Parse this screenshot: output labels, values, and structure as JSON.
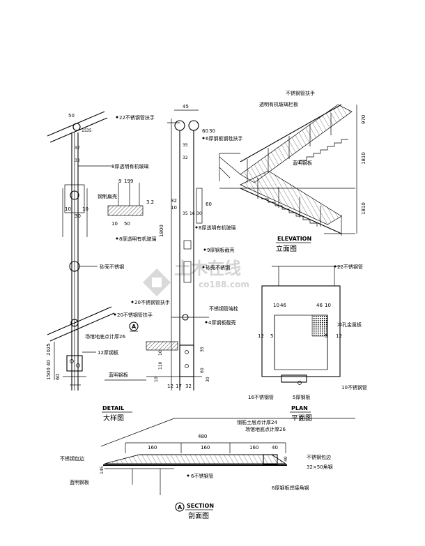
{
  "watermark": {
    "main": "土木在线",
    "sub": "co188.com"
  },
  "detail": {
    "title_en": "DETAIL",
    "title_cn": "大样图",
    "labels": {
      "handrail": "22不锈钢管扶手",
      "glass_top": "8厚透明有机玻璃",
      "steel_flat": "钢制扁壳",
      "glass_mid": "8厚透明有机玻璃",
      "sanding": "砂壳不锈钢",
      "pipe_handrail": "20不锈钢管扶手",
      "steel_plate": "12厚钢板",
      "finish": "场馆地底点计厚26",
      "embed": "蓝明钢板"
    },
    "dims": {
      "d50a": "50",
      "d15": "15",
      "d35": "35",
      "d37": "37",
      "d33": "33",
      "d10a": "10",
      "d30": "30",
      "d10b": "10",
      "d91": "9",
      "d199": "199",
      "d32a": "3.2",
      "d10c": "10",
      "d50b": "50",
      "d1800": "1800",
      "d1500": "1500",
      "d2025": "2025",
      "d40": "40",
      "d60": "60"
    }
  },
  "section_mid": {
    "labels": {
      "bracket": "6厚钢板钢牲扶手",
      "glass_a": "8厚透明有机玻璃",
      "plate9": "9厚钢板截壳",
      "sanding": "砂壳不锈钢",
      "pipe20": "20不锈钢管扶手",
      "tube_bracket": "不锈钢管端栓",
      "plate4": "4厚钢板截壳"
    },
    "dims": {
      "d45": "45",
      "d60": "60",
      "d30": "30",
      "d35": "35",
      "d32": "32",
      "d32b": "32",
      "d10": "10",
      "d60b": "60",
      "d1800": "1800",
      "d35b": "35",
      "d16": "16",
      "d30b": "30",
      "d12": "12",
      "d17": "17",
      "d32c": "32",
      "d35c": "35",
      "d60c": "60",
      "d110": "110",
      "d10b": "10",
      "d10c": "10",
      "d30c": "30"
    },
    "marker": "A"
  },
  "elevation": {
    "title_en": "ELEVATION",
    "title_cn": "立面图",
    "labels": {
      "handrail": "不锈钢管扶手",
      "glass": "透明有机玻璃栏板",
      "plate": "蓝明钢板"
    },
    "dims": {
      "d970": "970",
      "d1810a": "1810",
      "d1810b": "1810"
    }
  },
  "plan": {
    "title_en": "PLAN",
    "title_cn": "平面图",
    "labels": {
      "top_pipe": "22不锈钢管",
      "plate": "冲孔金属板",
      "pipe10": "10不锈钢管",
      "pipe16": "16不锈钢管",
      "plate5": "5厚钢板"
    },
    "dims": {
      "d10": "10",
      "d46a": "46",
      "d46b": "46",
      "d10b": "10",
      "d12a": "12",
      "d5a": "5",
      "d5b": "5",
      "d12b": "12"
    }
  },
  "section": {
    "title_en": "SECTION",
    "title_cn": "剖面图",
    "marker": "A",
    "labels": {
      "concrete": "钢筋土层点计厚24",
      "finish": "场馆地底点计厚26",
      "edge_left": "不锈钢包边",
      "edge_right": "不锈钢包边",
      "plate": "蓝明钢板",
      "pipe6": "6不锈钢管",
      "plate6": "6厚钢板焊接角钢",
      "angle": "32×50角钢"
    },
    "dims": {
      "d480": "480",
      "d160a": "160",
      "d160b": "160",
      "d160c": "160",
      "d40": "40",
      "d40b": "40",
      "d145": "145"
    }
  }
}
